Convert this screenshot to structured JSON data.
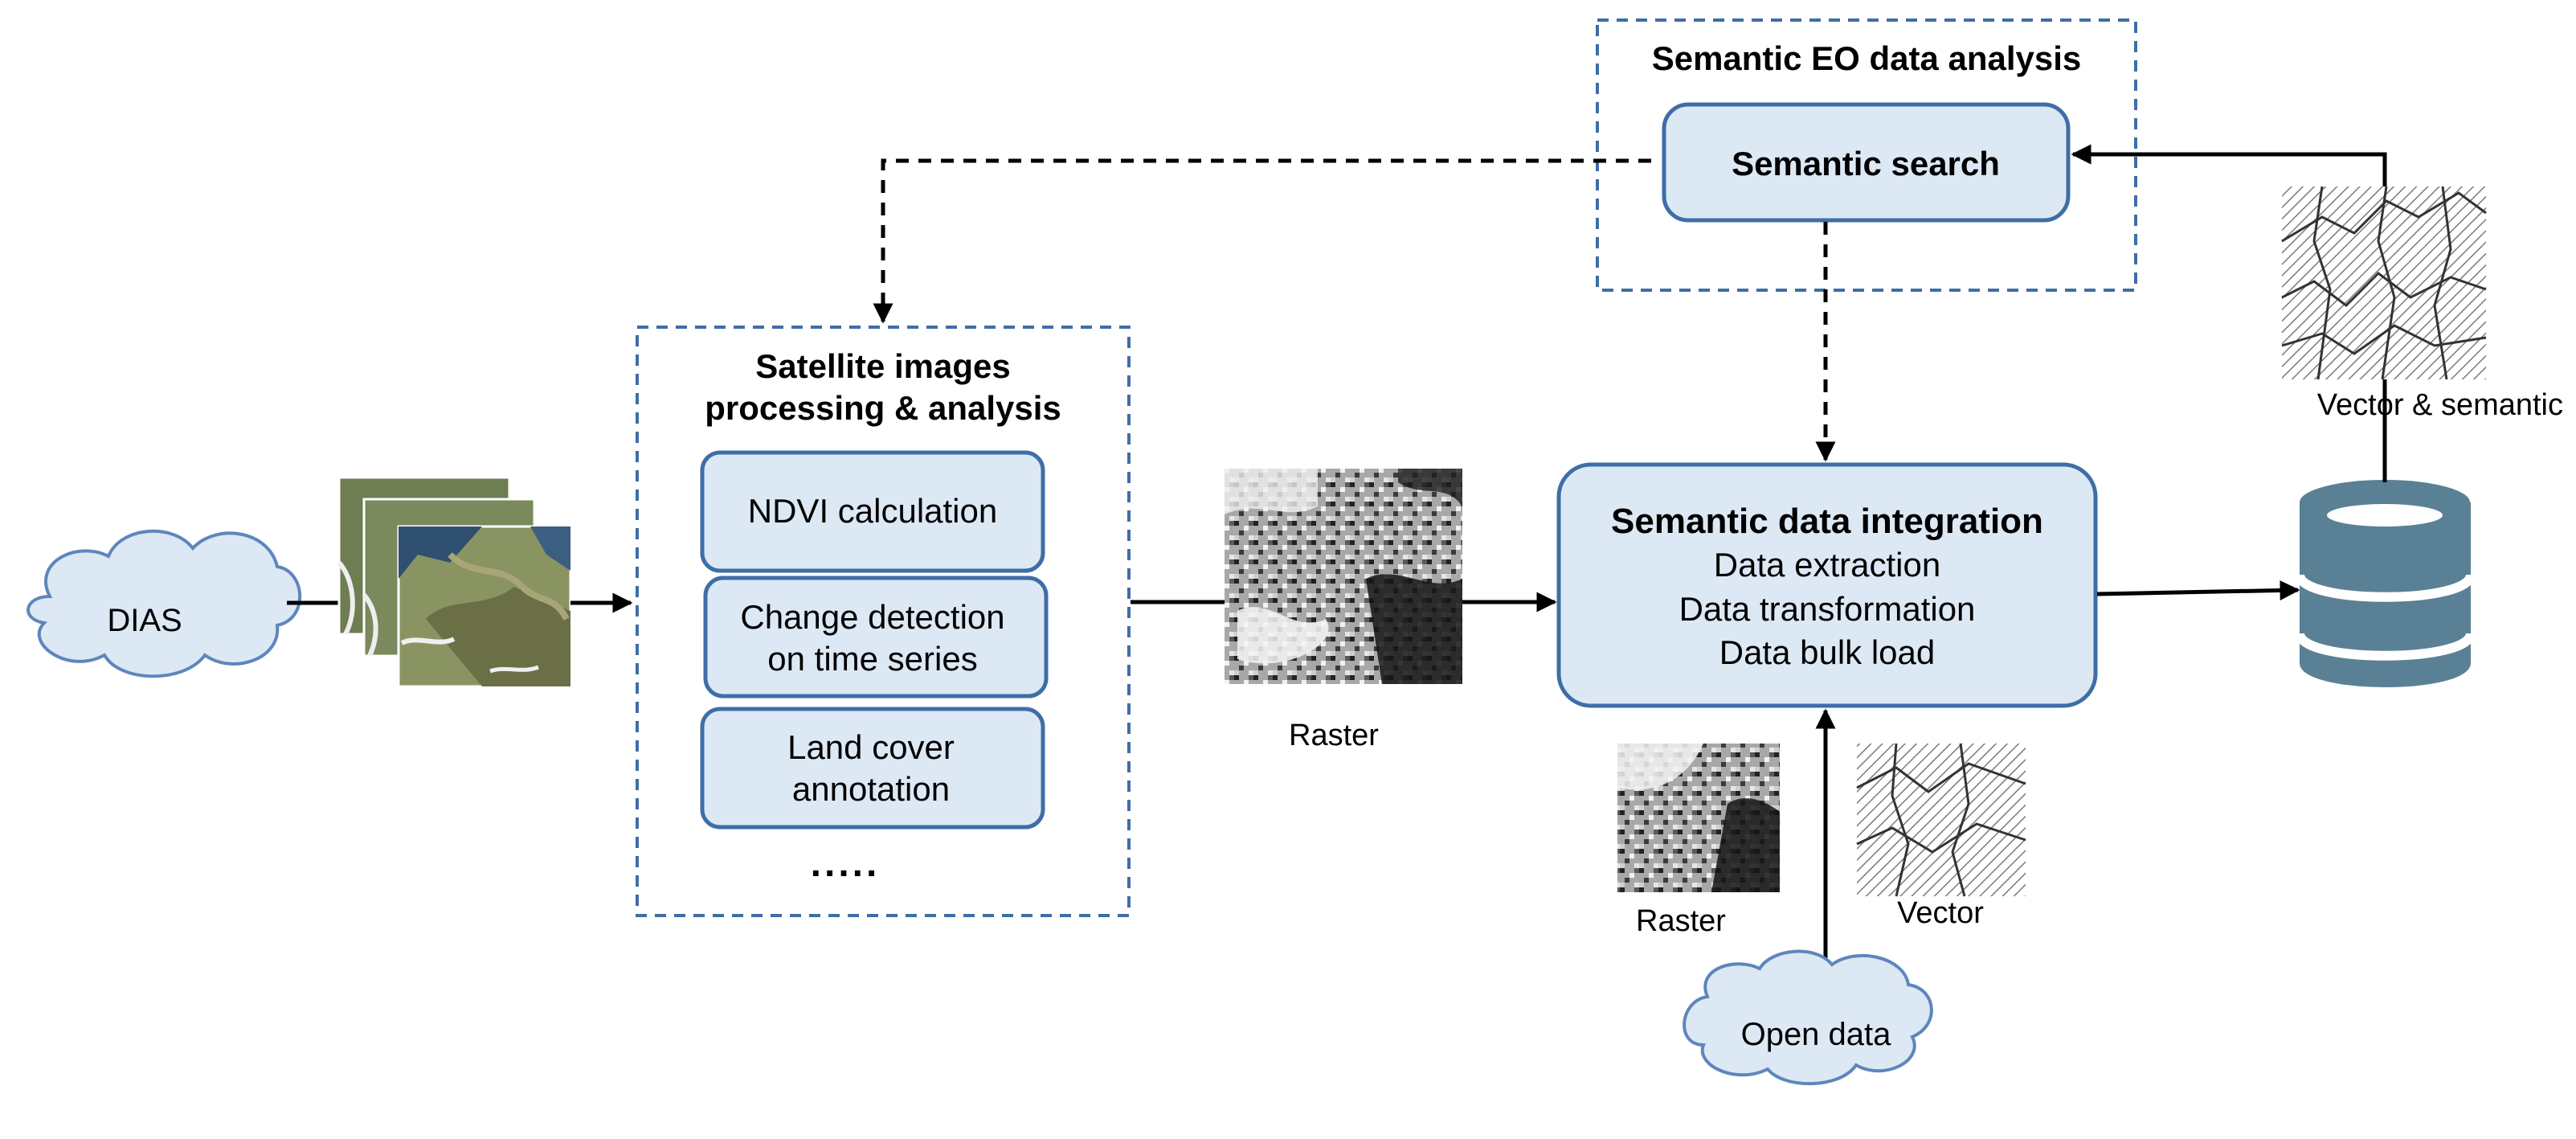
{
  "clouds": {
    "dias": "DIAS",
    "open_data": "Open data"
  },
  "processing": {
    "title_line1": "Satellite images",
    "title_line2": "processing & analysis",
    "ndvi": "NDVI calculation",
    "change_line1": "Change detection",
    "change_line2": "on time series",
    "landcover_line1": "Land cover",
    "landcover_line2": "annotation",
    "ellipsis": "....."
  },
  "raster_center_label": "Raster",
  "integration": {
    "title": "Semantic data integration",
    "step1": "Data extraction",
    "step2": "Data transformation",
    "step3": "Data bulk load"
  },
  "open_raster_label": "Raster",
  "open_vector_label": "Vector",
  "analysis": {
    "title": "Semantic EO data analysis",
    "search": "Semantic search"
  },
  "vector_semantic_label": "Vector & semantic",
  "colors": {
    "box_fill": "#dde8f5",
    "box_stroke": "#3f6ea6",
    "database": "#5a8096"
  },
  "icons": {
    "satellite_images": "satellite-image-stack",
    "raster": "raster-thumbnail",
    "vector": "vector-map-thumbnail",
    "database": "database-cylinder-icon",
    "cloud": "cloud-shape"
  }
}
